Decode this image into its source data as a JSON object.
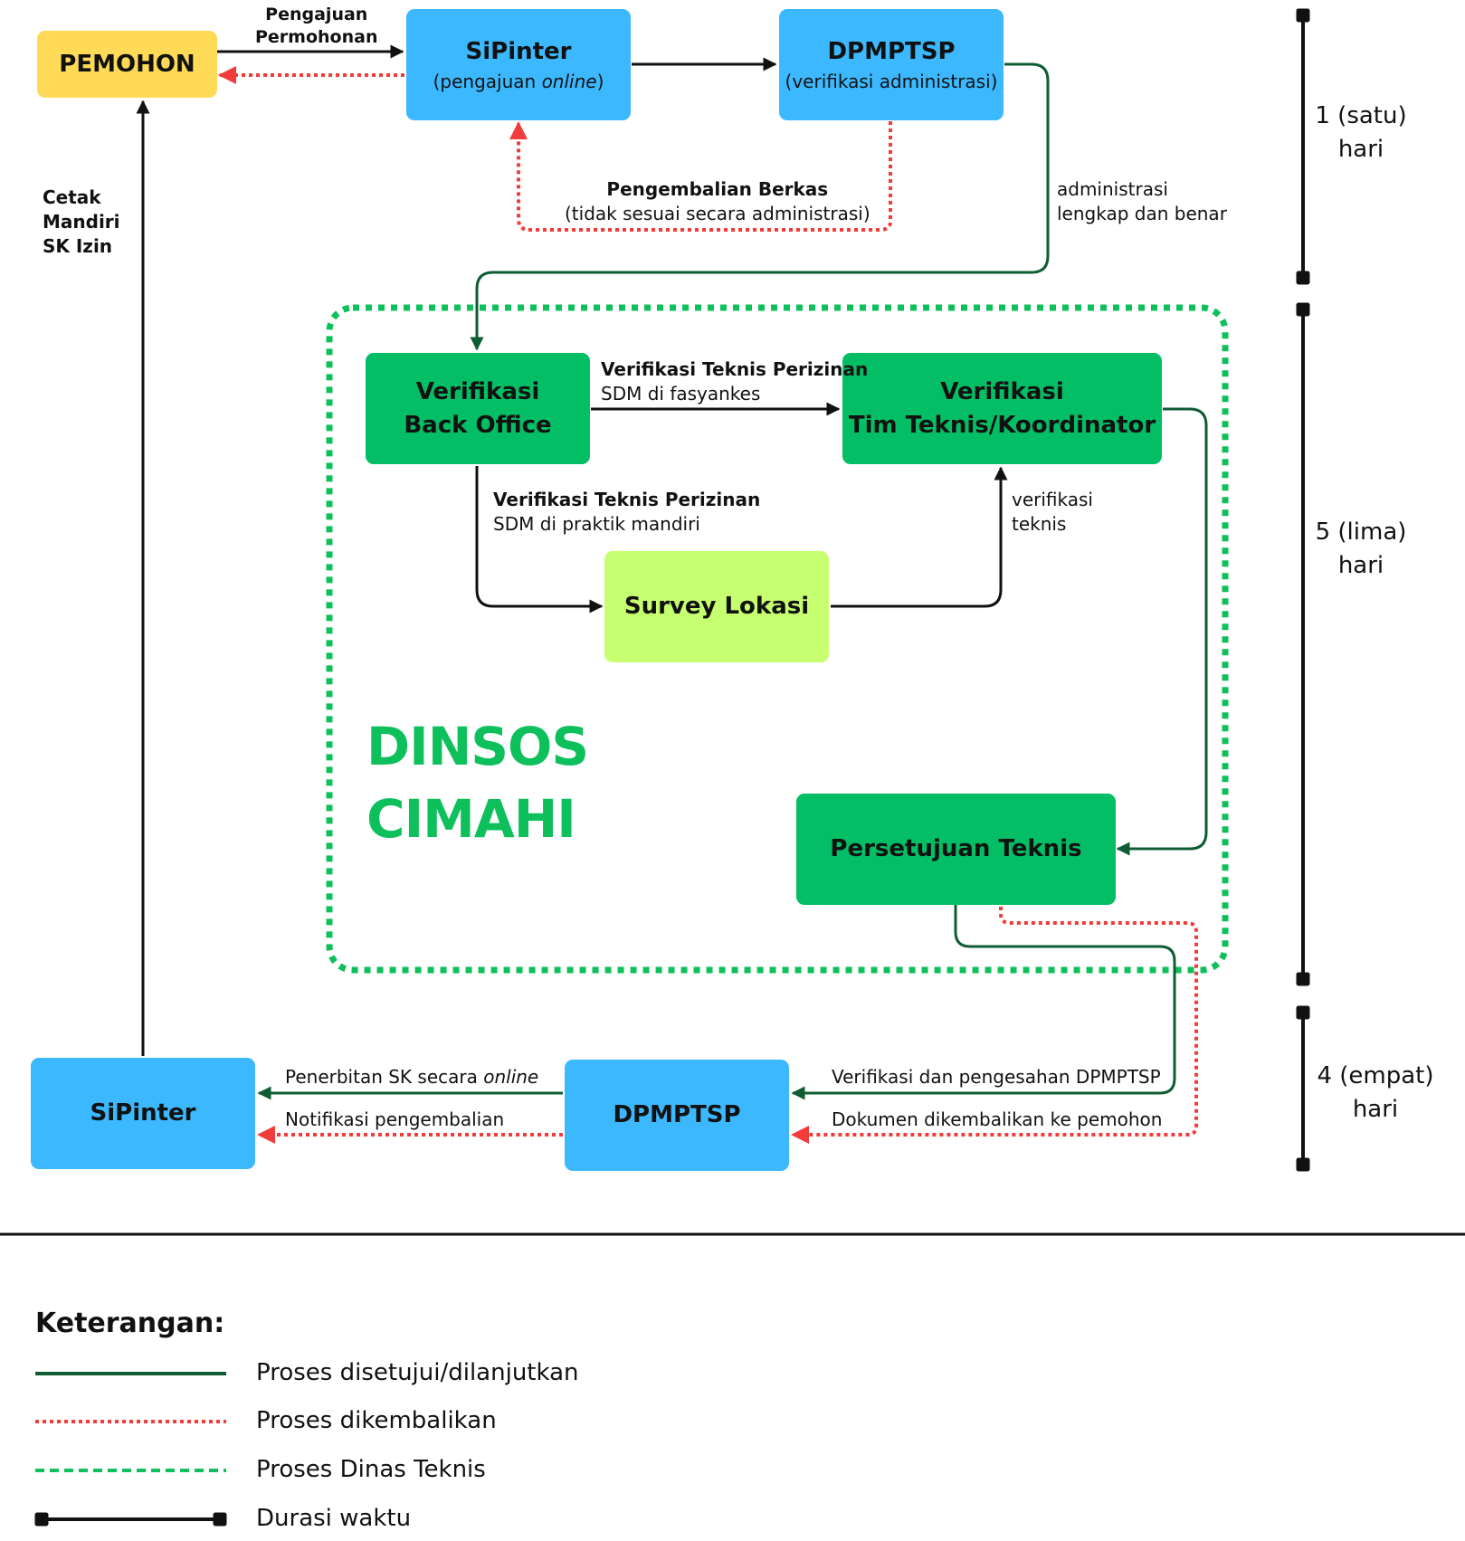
{
  "colors": {
    "blue_box": "#3cb8ff",
    "yellow_box": "#ffda57",
    "green_box": "#03be64",
    "lime_box": "#c6ff6f",
    "approved_line": "#0f5c33",
    "returned_line": "#f23b3b",
    "dinas_dotted": "#0ec05b",
    "dinsos_text": "#0ec05b"
  },
  "nodes": {
    "pemohon": "PEMOHON",
    "sipinter_top": {
      "title": "SiPinter",
      "sub_prefix": "(pengajuan ",
      "sub_em": "online",
      "sub_suffix": ")"
    },
    "dpmptsp_top": {
      "title": "DPMPTSP",
      "sub": "(verifikasi administrasi)"
    },
    "back_office": {
      "line1": "Verifikasi",
      "line2": "Back Office"
    },
    "tim_teknis": {
      "line1": "Verifikasi",
      "line2": "Tim Teknis/Koordinator"
    },
    "survey": "Survey Lokasi",
    "persetujuan": "Persetujuan Teknis",
    "sipinter_bottom": "SiPinter",
    "dpmptsp_bottom": "DPMPTSP"
  },
  "region_label": {
    "line1": "DINSOS",
    "line2": "CIMAHI"
  },
  "labels": {
    "pengajuan": {
      "line1": "Pengajuan",
      "line2": "Permohonan"
    },
    "cetak": {
      "line1": "Cetak",
      "line2": "Mandiri",
      "line3": "SK Izin"
    },
    "pengembalian": {
      "bold": "Pengembalian Berkas",
      "normal": "(tidak sesuai secara administrasi)"
    },
    "administrasi": {
      "line1": "administrasi",
      "line2": "lengkap dan benar"
    },
    "fasyankes": {
      "bold": "Verifikasi Teknis Perizinan",
      "normal": "SDM di fasyankes"
    },
    "mandiri": {
      "bold": "Verifikasi Teknis Perizinan",
      "normal": "SDM di praktik mandiri"
    },
    "verifikasi_teknis": {
      "line1": "verifikasi",
      "line2": "teknis"
    },
    "penerbitan": {
      "prefix": "Penerbitan SK secara ",
      "em": "online"
    },
    "notifikasi": "Notifikasi pengembalian",
    "verifikasi_pengesahan": "Verifikasi dan pengesahan DPMPTSP",
    "dikembalikan": "Dokumen dikembalikan ke pemohon"
  },
  "durations": [
    {
      "line1": "1 (satu)",
      "line2": "hari"
    },
    {
      "line1": "5 (lima)",
      "line2": "hari"
    },
    {
      "line1": "4 (empat)",
      "line2": "hari"
    }
  ],
  "legend": {
    "title": "Keterangan:",
    "items": [
      {
        "text": "Proses disetujui/dilanjutkan",
        "style": "solid-green"
      },
      {
        "text": "Proses dikembalikan",
        "style": "dotted-red"
      },
      {
        "text": "Proses Dinas Teknis",
        "style": "dashed-green"
      },
      {
        "text": "Durasi waktu",
        "style": "duration-bar"
      }
    ]
  }
}
